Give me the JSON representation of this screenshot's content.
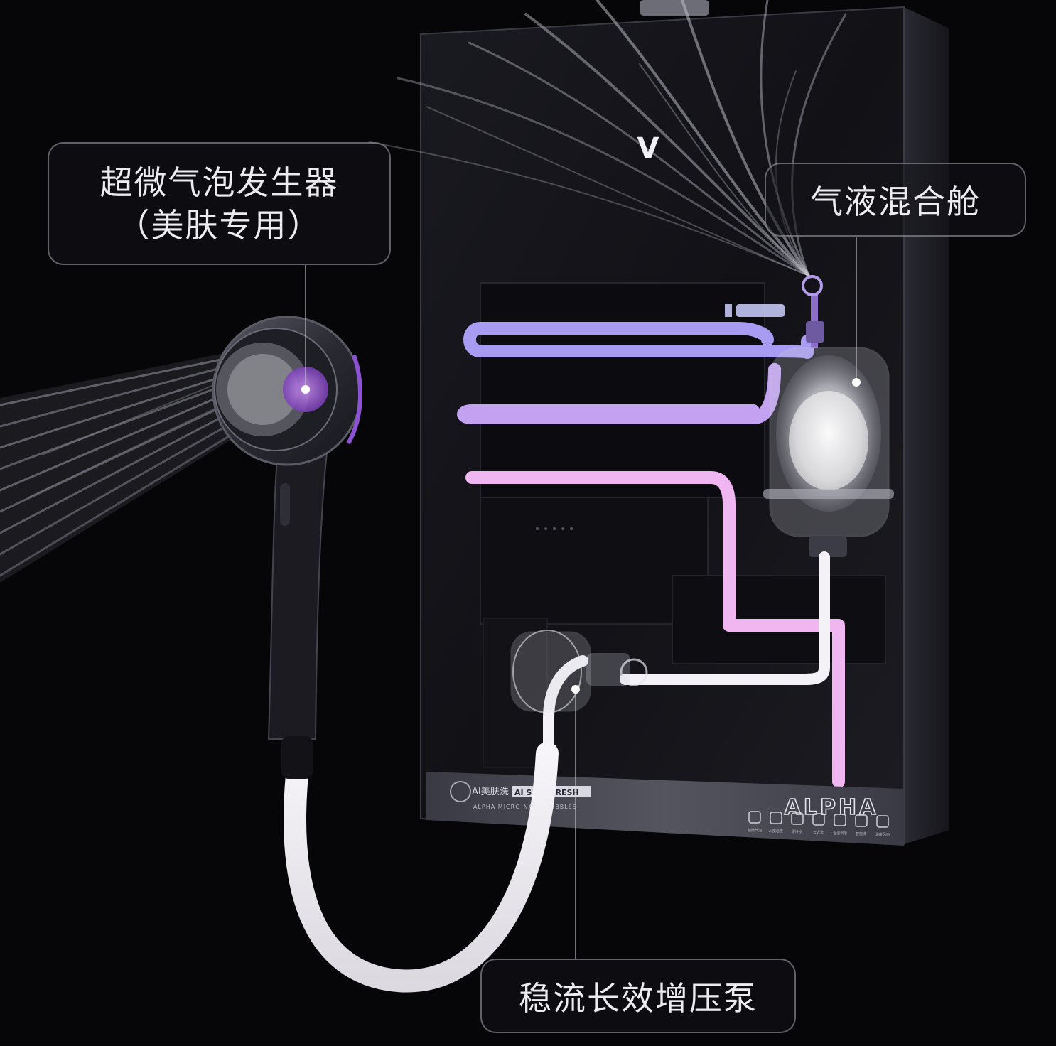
{
  "callouts": {
    "generator": {
      "line1": "超微气泡发生器",
      "line2": "（美肤专用）"
    },
    "chamber": {
      "label": "气液混合舱"
    },
    "pump": {
      "label": "稳流长效增压泵"
    }
  },
  "device": {
    "brand_mark": "V",
    "model_logo": "ALPHA",
    "badge_cn": "AI美肤洗",
    "badge_en": "AI SKIN FRESH",
    "badge_sub": "ALPHA MICRO-NANO BUBBLES",
    "control_labels": [
      "超微气泡",
      "AI魔温度",
      "零冷水",
      "云近洗",
      "浴温调速",
      "智能洗",
      "温度风向"
    ]
  },
  "colors": {
    "background": "#060608",
    "pipe_top": "#a79cf2",
    "pipe_mid": "#c3a2f2",
    "pipe_bottom": "#efb6f2",
    "pipe_white": "#f4f2f6",
    "accent_dot": "#9a5ad6"
  }
}
